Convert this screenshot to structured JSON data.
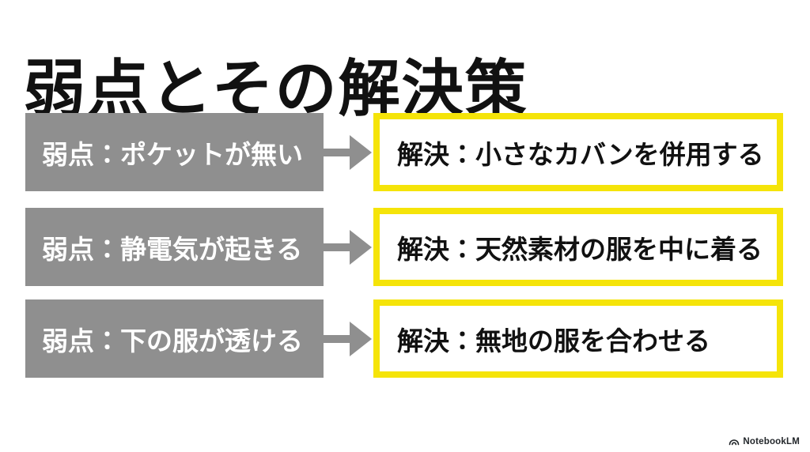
{
  "title": "弱点とその解決策",
  "rows": [
    {
      "weakness": "弱点：ポケットが無い",
      "solution": "解決：小さなカバンを併用する"
    },
    {
      "weakness": "弱点：静電気が起きる",
      "solution": "解決：天然素材の服を中に着る"
    },
    {
      "weakness": "弱点：下の服が透ける",
      "solution": "解決：無地の服を合わせる"
    }
  ],
  "footer": {
    "brand": "NotebookLM"
  },
  "colors": {
    "weakness_box_gray": "#8F8F8F",
    "arrow_gray": "#8F8F8F",
    "solution_border_yellow": "#F5E409",
    "text_dark": "#111111",
    "text_light": "#FFFFFF",
    "background": "#FFFFFF"
  }
}
